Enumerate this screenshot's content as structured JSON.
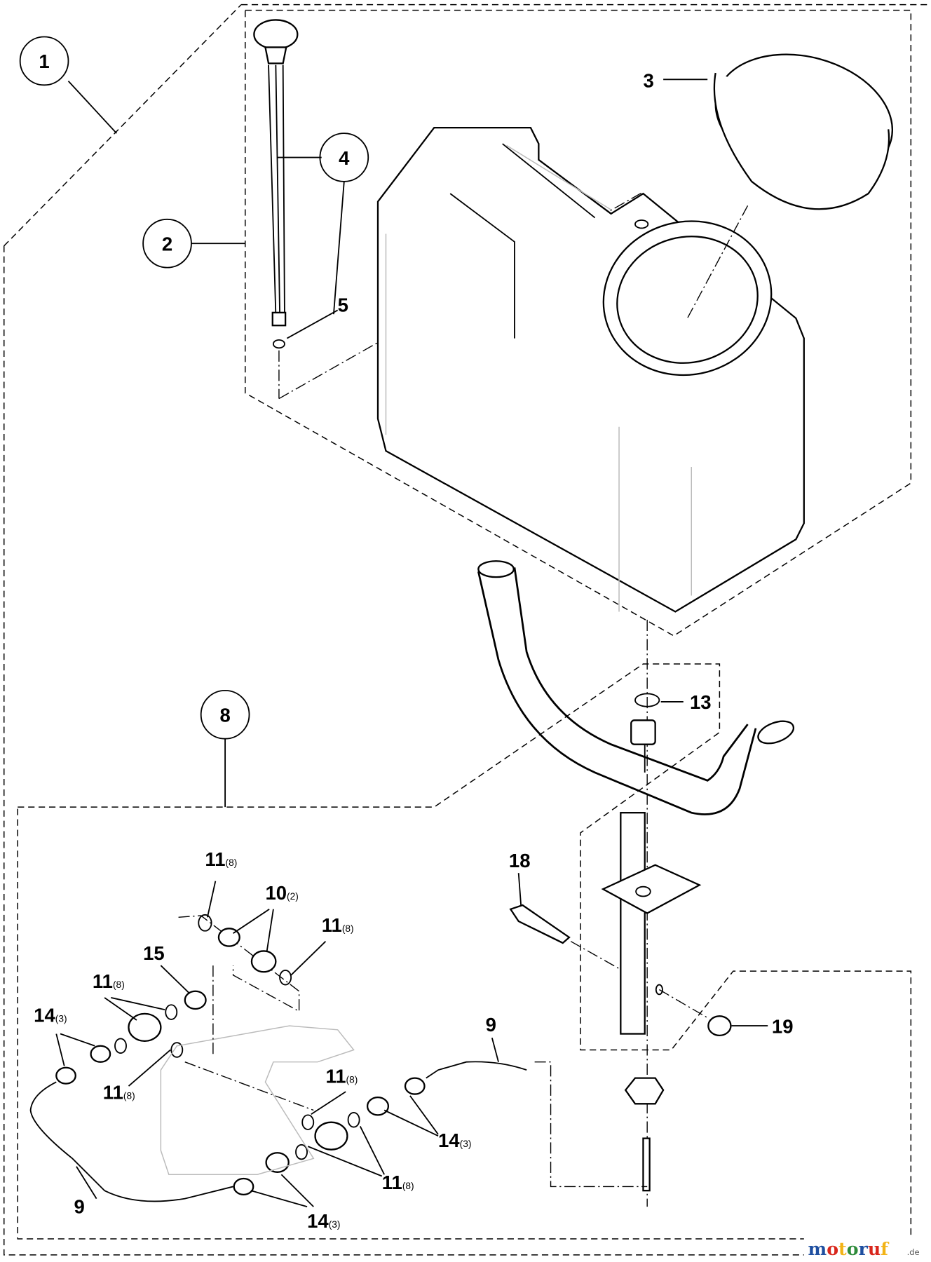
{
  "diagram": {
    "circled_callouts": [
      {
        "id": "1",
        "text": "1"
      },
      {
        "id": "2",
        "text": "2"
      },
      {
        "id": "4",
        "text": "4"
      },
      {
        "id": "8",
        "text": "8"
      }
    ],
    "callouts": [
      {
        "text": "3",
        "qty": ""
      },
      {
        "text": "5",
        "qty": ""
      },
      {
        "text": "13",
        "qty": ""
      },
      {
        "text": "18",
        "qty": ""
      },
      {
        "text": "19",
        "qty": ""
      },
      {
        "text": "11",
        "qty": "(8)"
      },
      {
        "text": "10",
        "qty": "(2)"
      },
      {
        "text": "11",
        "qty": "(8)"
      },
      {
        "text": "15",
        "qty": ""
      },
      {
        "text": "11",
        "qty": "(8)"
      },
      {
        "text": "14",
        "qty": "(3)"
      },
      {
        "text": "11",
        "qty": "(8)"
      },
      {
        "text": "9",
        "qty": ""
      },
      {
        "text": "11",
        "qty": "(8)"
      },
      {
        "text": "14",
        "qty": "(3)"
      },
      {
        "text": "11",
        "qty": "(8)"
      },
      {
        "text": "9",
        "qty": ""
      },
      {
        "text": "14",
        "qty": "(3)"
      }
    ],
    "watermark": {
      "name": "motoruf",
      "suffix": ".de",
      "colors": [
        "#1f4fa0",
        "#d9261c",
        "#f2b316",
        "#2e8b3a"
      ]
    }
  }
}
